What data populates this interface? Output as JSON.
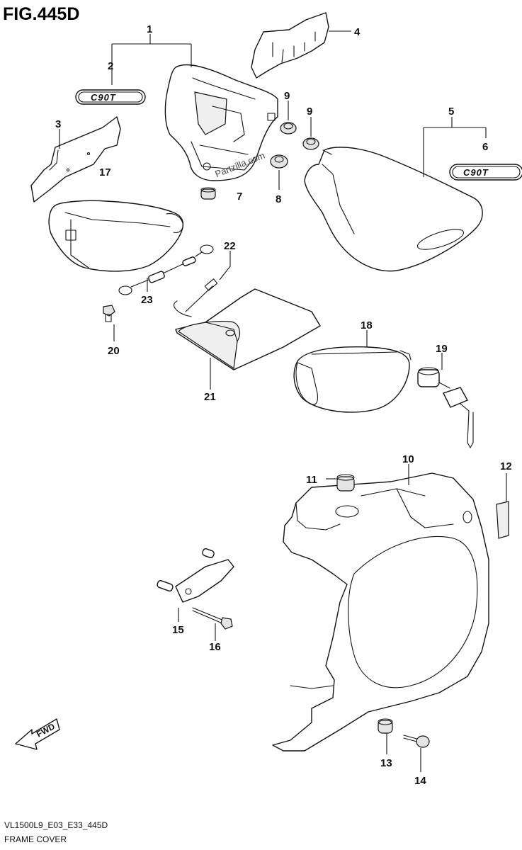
{
  "figure": {
    "title": "FIG.445D",
    "model_code": "VL1500L9_E03_E33_445D",
    "name": "FRAME COVER"
  },
  "watermark": "Partzilla.com",
  "emblem_text": "C90T",
  "direction_marker": "FWD",
  "callouts": [
    "1",
    "2",
    "3",
    "4",
    "5",
    "6",
    "7",
    "8",
    "9",
    "9",
    "10",
    "11",
    "12",
    "13",
    "14",
    "15",
    "16",
    "17",
    "18",
    "19",
    "20",
    "21",
    "22",
    "23"
  ]
}
